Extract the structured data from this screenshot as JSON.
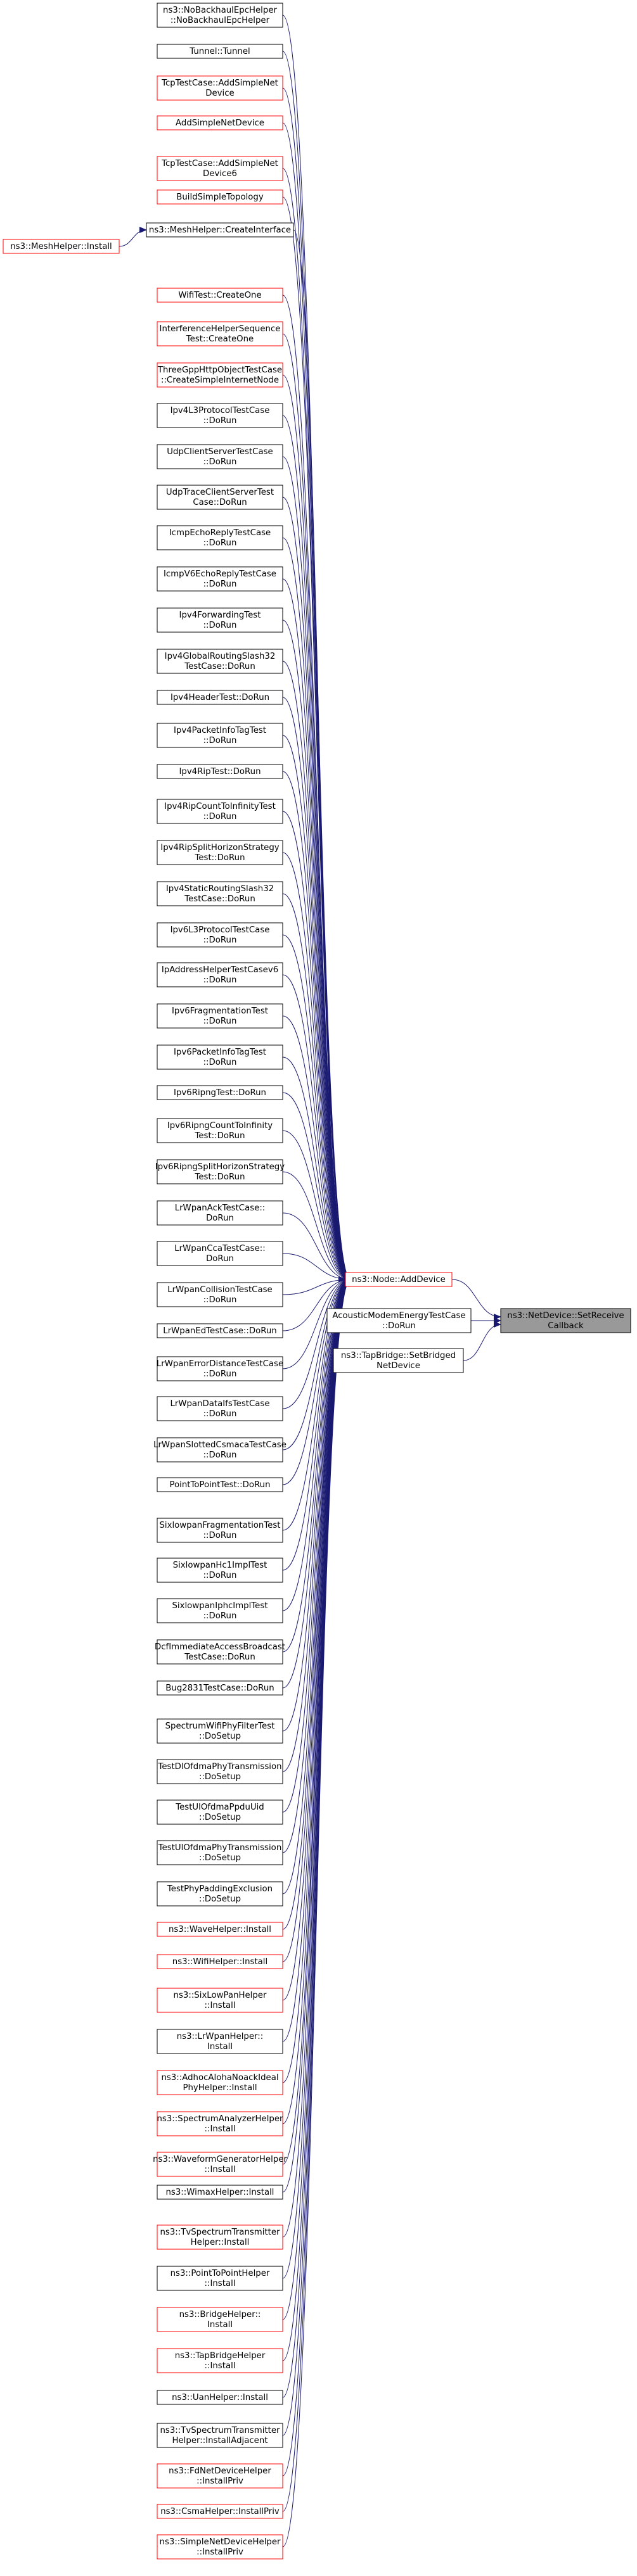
{
  "colors": {
    "edge": "#191970",
    "box_black": "#000000",
    "box_red": "#ff0000",
    "target_fill": "#999999"
  },
  "target": {
    "lines": [
      "ns3::NetDevice::SetReceive",
      "Callback"
    ]
  },
  "callers_of_target": [
    {
      "lines": [
        "ns3::Node::AddDevice"
      ],
      "red": true
    },
    {
      "lines": [
        "AcousticModemEnergyTestCase",
        "::DoRun"
      ],
      "red": false
    },
    {
      "lines": [
        "ns3::TapBridge::SetBridged",
        "NetDevice"
      ],
      "red": false
    }
  ],
  "mesh_helper": {
    "lines": [
      "ns3::MeshHelper::Install"
    ],
    "red": true
  },
  "create_interface": {
    "lines": [
      "ns3::MeshHelper::CreateInterface"
    ],
    "red": false
  },
  "callers": [
    {
      "lines": [
        "ns3::NoBackhaulEpcHelper",
        "::NoBackhaulEpcHelper"
      ],
      "red": false
    },
    {
      "lines": [
        "Tunnel::Tunnel"
      ],
      "red": false
    },
    {
      "lines": [
        "TcpTestCase::AddSimpleNet",
        "Device"
      ],
      "red": true
    },
    {
      "lines": [
        "AddSimpleNetDevice"
      ],
      "red": true
    },
    {
      "lines": [
        "TcpTestCase::AddSimpleNet",
        "Device6"
      ],
      "red": true
    },
    {
      "lines": [
        "BuildSimpleTopology"
      ],
      "red": true
    },
    {
      "lines": [
        "WifiTest::CreateOne"
      ],
      "red": true
    },
    {
      "lines": [
        "InterferenceHelperSequence",
        "Test::CreateOne"
      ],
      "red": true
    },
    {
      "lines": [
        "ThreeGppHttpObjectTestCase",
        "::CreateSimpleInternetNode"
      ],
      "red": true
    },
    {
      "lines": [
        "Ipv4L3ProtocolTestCase",
        "::DoRun"
      ],
      "red": false
    },
    {
      "lines": [
        "UdpClientServerTestCase",
        "::DoRun"
      ],
      "red": false
    },
    {
      "lines": [
        "UdpTraceClientServerTest",
        "Case::DoRun"
      ],
      "red": false
    },
    {
      "lines": [
        "IcmpEchoReplyTestCase",
        "::DoRun"
      ],
      "red": false
    },
    {
      "lines": [
        "IcmpV6EchoReplyTestCase",
        "::DoRun"
      ],
      "red": false
    },
    {
      "lines": [
        "Ipv4ForwardingTest",
        "::DoRun"
      ],
      "red": false
    },
    {
      "lines": [
        "Ipv4GlobalRoutingSlash32",
        "TestCase::DoRun"
      ],
      "red": false
    },
    {
      "lines": [
        "Ipv4HeaderTest::DoRun"
      ],
      "red": false
    },
    {
      "lines": [
        "Ipv4PacketInfoTagTest",
        "::DoRun"
      ],
      "red": false
    },
    {
      "lines": [
        "Ipv4RipTest::DoRun"
      ],
      "red": false
    },
    {
      "lines": [
        "Ipv4RipCountToInfinityTest",
        "::DoRun"
      ],
      "red": false
    },
    {
      "lines": [
        "Ipv4RipSplitHorizonStrategy",
        "Test::DoRun"
      ],
      "red": false
    },
    {
      "lines": [
        "Ipv4StaticRoutingSlash32",
        "TestCase::DoRun"
      ],
      "red": false
    },
    {
      "lines": [
        "Ipv6L3ProtocolTestCase",
        "::DoRun"
      ],
      "red": false
    },
    {
      "lines": [
        "IpAddressHelperTestCasev6",
        "::DoRun"
      ],
      "red": false
    },
    {
      "lines": [
        "Ipv6FragmentationTest",
        "::DoRun"
      ],
      "red": false
    },
    {
      "lines": [
        "Ipv6PacketInfoTagTest",
        "::DoRun"
      ],
      "red": false
    },
    {
      "lines": [
        "Ipv6RipngTest::DoRun"
      ],
      "red": false
    },
    {
      "lines": [
        "Ipv6RipngCountToInfinity",
        "Test::DoRun"
      ],
      "red": false
    },
    {
      "lines": [
        "Ipv6RipngSplitHorizonStrategy",
        "Test::DoRun"
      ],
      "red": false
    },
    {
      "lines": [
        "LrWpanAckTestCase::",
        "DoRun"
      ],
      "red": false
    },
    {
      "lines": [
        "LrWpanCcaTestCase::",
        "DoRun"
      ],
      "red": false
    },
    {
      "lines": [
        "LrWpanCollisionTestCase",
        "::DoRun"
      ],
      "red": false
    },
    {
      "lines": [
        "LrWpanEdTestCase::DoRun"
      ],
      "red": false
    },
    {
      "lines": [
        "LrWpanErrorDistanceTestCase",
        "::DoRun"
      ],
      "red": false
    },
    {
      "lines": [
        "LrWpanDataIfsTestCase",
        "::DoRun"
      ],
      "red": false
    },
    {
      "lines": [
        "LrWpanSlottedCsmacaTestCase",
        "::DoRun"
      ],
      "red": false
    },
    {
      "lines": [
        "PointToPointTest::DoRun"
      ],
      "red": false
    },
    {
      "lines": [
        "SixlowpanFragmentationTest",
        "::DoRun"
      ],
      "red": false
    },
    {
      "lines": [
        "SixlowpanHc1ImplTest",
        "::DoRun"
      ],
      "red": false
    },
    {
      "lines": [
        "SixlowpanIphcImplTest",
        "::DoRun"
      ],
      "red": false
    },
    {
      "lines": [
        "DcfImmediateAccessBroadcast",
        "TestCase::DoRun"
      ],
      "red": false
    },
    {
      "lines": [
        "Bug2831TestCase::DoRun"
      ],
      "red": false
    },
    {
      "lines": [
        "SpectrumWifiPhyFilterTest",
        "::DoSetup"
      ],
      "red": false
    },
    {
      "lines": [
        "TestDlOfdmaPhyTransmission",
        "::DoSetup"
      ],
      "red": false
    },
    {
      "lines": [
        "TestUlOfdmaPpduUid",
        "::DoSetup"
      ],
      "red": false
    },
    {
      "lines": [
        "TestUlOfdmaPhyTransmission",
        "::DoSetup"
      ],
      "red": false
    },
    {
      "lines": [
        "TestPhyPaddingExclusion",
        "::DoSetup"
      ],
      "red": false
    },
    {
      "lines": [
        "ns3::WaveHelper::Install"
      ],
      "red": true
    },
    {
      "lines": [
        "ns3::WifiHelper::Install"
      ],
      "red": true
    },
    {
      "lines": [
        "ns3::SixLowPanHelper",
        "::Install"
      ],
      "red": true
    },
    {
      "lines": [
        "ns3::LrWpanHelper::",
        "Install"
      ],
      "red": false
    },
    {
      "lines": [
        "ns3::AdhocAlohaNoackIdeal",
        "PhyHelper::Install"
      ],
      "red": true
    },
    {
      "lines": [
        "ns3::SpectrumAnalyzerHelper",
        "::Install"
      ],
      "red": true
    },
    {
      "lines": [
        "ns3::WaveformGeneratorHelper",
        "::Install"
      ],
      "red": true
    },
    {
      "lines": [
        "ns3::WimaxHelper::Install"
      ],
      "red": false
    },
    {
      "lines": [
        "ns3::TvSpectrumTransmitter",
        "Helper::Install"
      ],
      "red": true
    },
    {
      "lines": [
        "ns3::PointToPointHelper",
        "::Install"
      ],
      "red": false
    },
    {
      "lines": [
        "ns3::BridgeHelper::",
        "Install"
      ],
      "red": true
    },
    {
      "lines": [
        "ns3::TapBridgeHelper",
        "::Install"
      ],
      "red": true
    },
    {
      "lines": [
        "ns3::UanHelper::Install"
      ],
      "red": false
    },
    {
      "lines": [
        "ns3::TvSpectrumTransmitter",
        "Helper::InstallAdjacent"
      ],
      "red": false
    },
    {
      "lines": [
        "ns3::FdNetDeviceHelper",
        "::InstallPriv"
      ],
      "red": true
    },
    {
      "lines": [
        "ns3::CsmaHelper::InstallPriv"
      ],
      "red": true
    },
    {
      "lines": [
        "ns3::SimpleNetDeviceHelper",
        "::InstallPriv"
      ],
      "red": true
    }
  ]
}
